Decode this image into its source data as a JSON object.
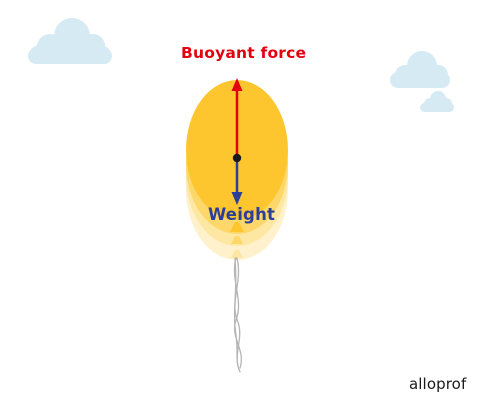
{
  "labels": {
    "buoyant_force": "Buoyant force",
    "weight": "Weight"
  },
  "logo": "alloprof",
  "colors": {
    "balloon": "#fdc62f",
    "balloon_ghost": "#fde8a4",
    "cloud": "#d6eaf4",
    "buoyant_arrow": "#e3000f",
    "weight_arrow": "#2b3e9a",
    "string": "#b5b5b5"
  }
}
